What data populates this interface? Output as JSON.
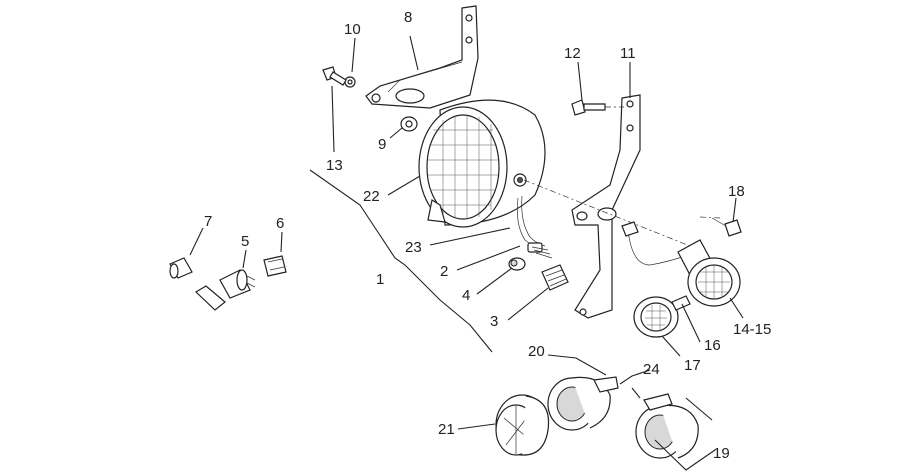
{
  "callouts": {
    "c1": "1",
    "c2": "2",
    "c3": "3",
    "c4": "4",
    "c5": "5",
    "c6": "6",
    "c7": "7",
    "c8": "8",
    "c9": "9",
    "c10": "10",
    "c11": "11",
    "c12": "12",
    "c13": "13",
    "c14_15": "14-15",
    "c16": "16",
    "c17": "17",
    "c18": "18",
    "c19": "19",
    "c20": "20",
    "c21": "21",
    "c22": "22",
    "c23": "23",
    "c24": "24"
  }
}
